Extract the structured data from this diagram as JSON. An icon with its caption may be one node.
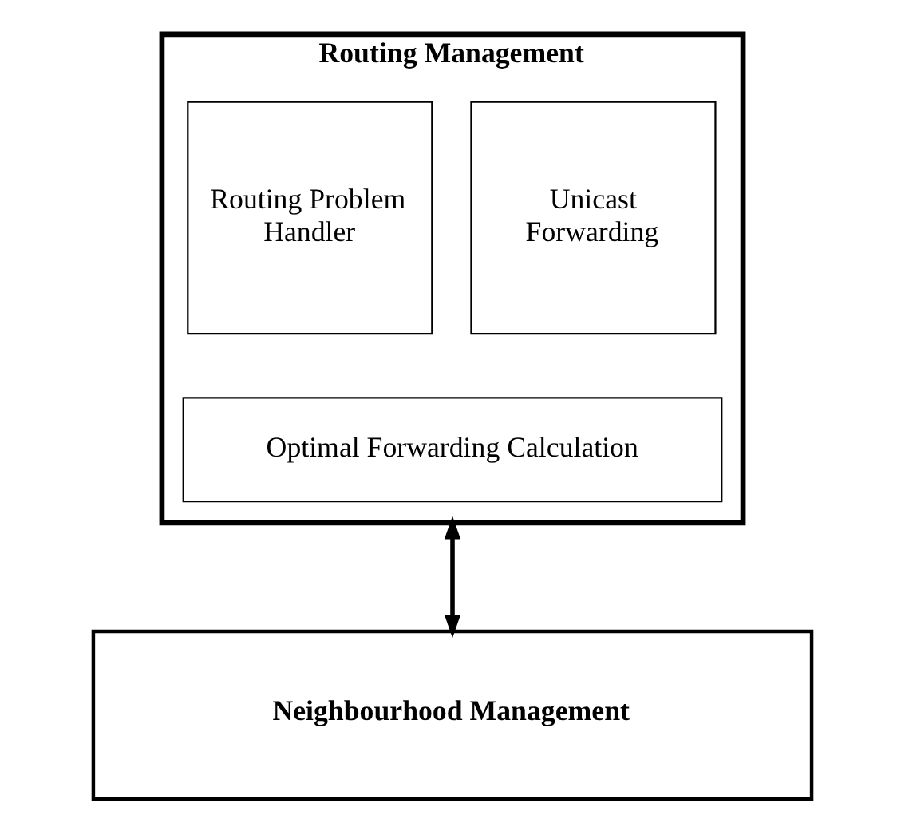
{
  "diagram": {
    "nodes": [
      {
        "text": [
          "Routing Management"
        ]
      },
      {
        "text": [
          "Routing Problem Handler"
        ],
        "in": 0
      },
      {
        "text": [
          "Unicast Forwarding"
        ],
        "in": 0
      },
      {
        "text": [
          "Optimal Forwarding Calculation"
        ],
        "in": 0
      },
      {
        "text": [
          "Neighbourhood Management"
        ]
      }
    ],
    "edges": [
      {
        "from": 0,
        "to": 4,
        "arrow": "both"
      }
    ]
  }
}
